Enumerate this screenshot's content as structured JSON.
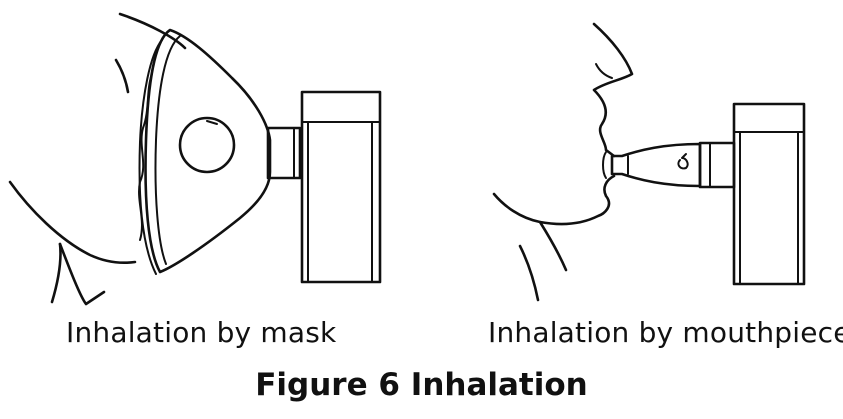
{
  "captions": {
    "left": "Inhalation by mask",
    "right": "Inhalation by mouthpiece"
  },
  "figure_title": "Figure 6 Inhalation",
  "icons": {
    "left": "face-with-mask-nebulizer-icon",
    "right": "face-with-mouthpiece-nebulizer-icon"
  }
}
